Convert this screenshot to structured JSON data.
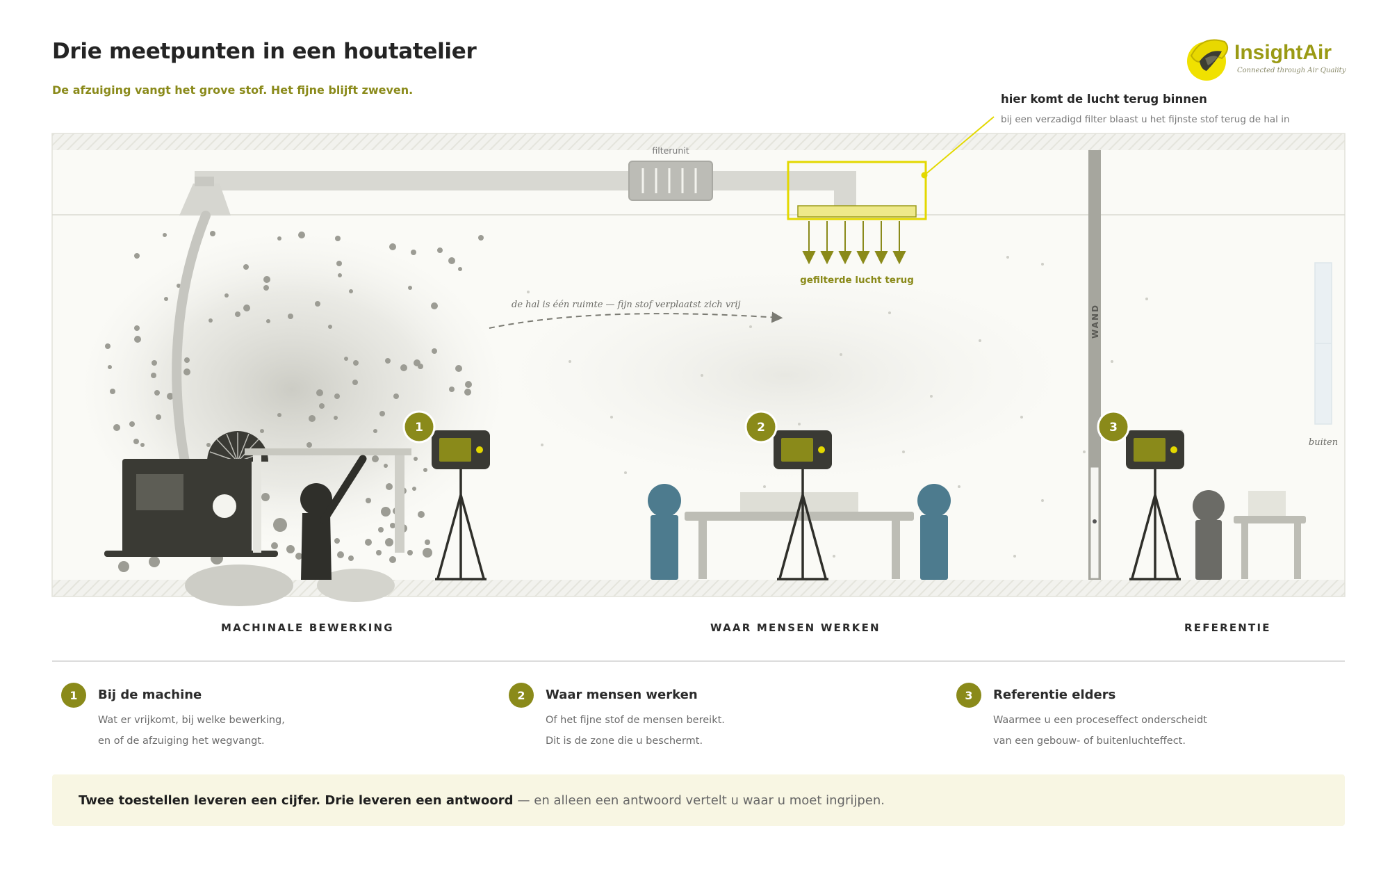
{
  "header": {
    "title": "Drie meetpunten in een houtatelier",
    "subtitle": "De afzuiging vangt het grove stof. Het fijne blijft zweven."
  },
  "logo": {
    "name": "InsightAir",
    "tagline": "Connected through Air Quality",
    "colors": {
      "yellow": "#f0e100",
      "dark": "#3c3c32",
      "text": "#9a9a14"
    }
  },
  "callout": {
    "title": "hier komt de lucht terug binnen",
    "text": "bij een verzadigd filter blaast u het fijnste stof terug de hal in"
  },
  "scene": {
    "filter_label": "filterunit",
    "return_label": "gefilterde lucht terug",
    "flow_label": "de hal is één ruimte — fijn stof verplaatst zich vrij",
    "wall_label": "WAND",
    "outside_label": "buiten",
    "markers": [
      "1",
      "2",
      "3"
    ],
    "colors": {
      "accent": "#8a8a1a",
      "highlight": "#e3d800",
      "device": "#3a3a34",
      "person_blue": "#4d7b8e",
      "person_grey": "#6b6b66",
      "furniture": "#bdbdb5"
    }
  },
  "zones": [
    "MACHINALE BEWERKING",
    "WAAR MENSEN WERKEN",
    "REFERENTIE"
  ],
  "legend": [
    {
      "num": "1",
      "title": "Bij de machine",
      "line1": "Wat er vrijkomt, bij welke bewerking,",
      "line2": "en of de afzuiging het wegvangt."
    },
    {
      "num": "2",
      "title": "Waar mensen werken",
      "line1": "Of het fijne stof de mensen bereikt.",
      "line2": "Dit is de zone die u beschermt."
    },
    {
      "num": "3",
      "title": "Referentie elders",
      "line1": "Waarmee u een proceseffect onderscheidt",
      "line2": "van een gebouw- of buitenluchteffect."
    }
  ],
  "banner": {
    "bold": "Twee toestellen leveren een cijfer. Drie leveren een antwoord",
    "rest": "— en alleen een antwoord vertelt u waar u moet ingrijpen."
  }
}
